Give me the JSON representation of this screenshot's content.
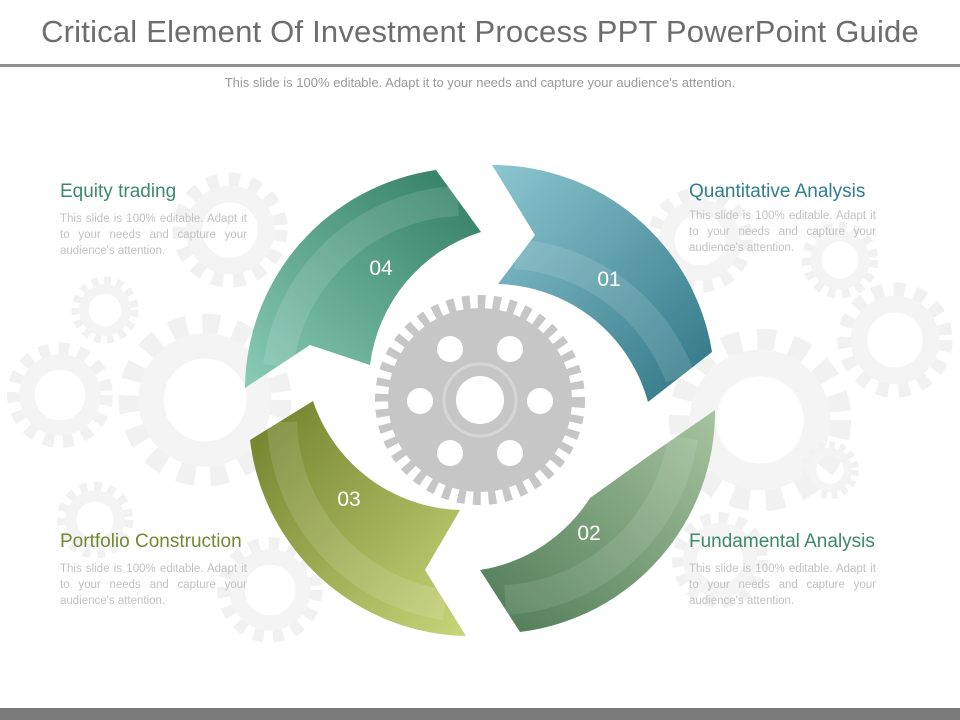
{
  "title": "Critical Element Of Investment Process PPT PowerPoint Guide",
  "subtitle": "This slide is 100% editable. Adapt it to your needs and capture your audience's attention.",
  "colors": {
    "teal_blue": "#3f8b9b",
    "dark_green": "#5a8a62",
    "olive": "#8fa03c",
    "sea_green": "#3f8f74",
    "gear": "#c6c6c6",
    "heading_teal": "#2f7f8f",
    "heading_green": "#3c8a64"
  },
  "segments": [
    {
      "number": "01",
      "title": "Quantitative Analysis",
      "text": "This slide is 100% editable. Adapt it to your needs and capture your audience's attention."
    },
    {
      "number": "02",
      "title": "Fundamental Analysis",
      "text": "This slide is 100% editable. Adapt it to your needs and capture your audience's attention."
    },
    {
      "number": "03",
      "title": "Portfolio Construction",
      "text": "This slide is 100% editable. Adapt it to your needs and capture your audience's attention."
    },
    {
      "number": "04",
      "title": "Equity trading",
      "text": "This slide is 100% editable. Adapt it to your needs and capture your audience's attention."
    }
  ]
}
